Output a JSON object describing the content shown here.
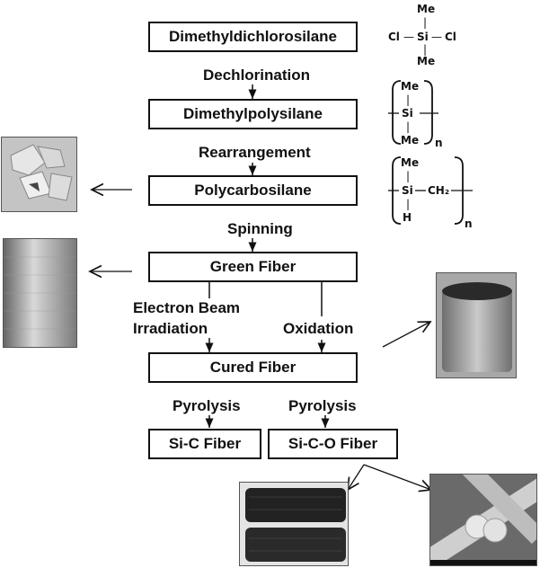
{
  "boxes": {
    "dimethyldichlorosilane": "Dimethyldichlorosilane",
    "dimethylpolysilane": "Dimethylpolysilane",
    "polycarbosilane": "Polycarbosilane",
    "green_fiber": "Green Fiber",
    "cured_fiber": "Cured Fiber",
    "sic_fiber": "Si-C Fiber",
    "sico_fiber": "Si-C-O Fiber"
  },
  "steps": {
    "dechlorination": "Dechlorination",
    "rearrangement": "Rearrangement",
    "spinning": "Spinning",
    "ebeam_line1": "Electron Beam",
    "ebeam_line2": "Irradiation",
    "oxidation": "Oxidation",
    "pyrolysis_left": "Pyrolysis",
    "pyrolysis_right": "Pyrolysis"
  },
  "formulas": {
    "f1": {
      "me_top": "Me",
      "cl_left": "Cl",
      "si": "Si",
      "cl_right": "Cl",
      "me_bottom": "Me"
    },
    "f2": {
      "me": "Me",
      "si": "Si",
      "me_bottom": "Me",
      "n": "n"
    },
    "f3": {
      "me": "Me",
      "si": "Si",
      "ch2": "CH₂",
      "h": "H",
      "n": "n"
    }
  },
  "colors": {
    "line": "#111111",
    "box_border": "#111111",
    "photo_gray": "#9a9a9a"
  }
}
